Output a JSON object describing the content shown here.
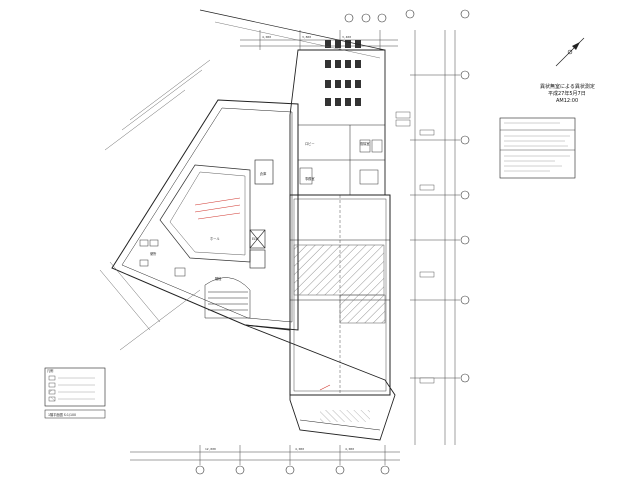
{
  "survey_note": {
    "line1": "異状無室による異状測定",
    "line2": "平成27年5月7日",
    "line3": "AM12:00"
  },
  "sheet_label": "1階平面図  S:1/100",
  "legend_title": "凡例",
  "room_labels": {
    "b1": "ロビー",
    "b2": "風除室",
    "b3": "事務室",
    "b4": "ホール",
    "b5": "階段",
    "b6": "ELV",
    "b7": "便所",
    "b8": "倉庫"
  },
  "colors": {
    "line": "#222222",
    "hatch": "#555555",
    "accent_red": "#d0342c"
  },
  "icons": [
    "north-arrow-icon",
    "axis-bubble-icon"
  ]
}
